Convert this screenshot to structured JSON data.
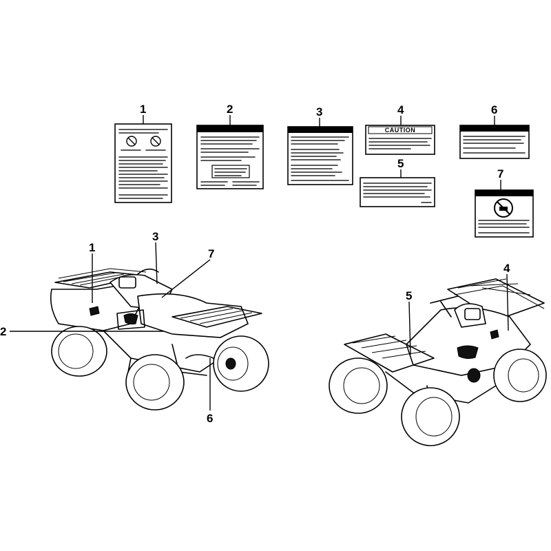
{
  "callouts": {
    "decal_numbers": [
      "1",
      "2",
      "3",
      "4",
      "5",
      "6",
      "7"
    ],
    "left_atv_numbers": [
      "1",
      "3",
      "7",
      "2",
      "6"
    ],
    "right_atv_numbers": [
      "5",
      "4"
    ]
  },
  "decal_4": {
    "heading": "CAUTION"
  }
}
